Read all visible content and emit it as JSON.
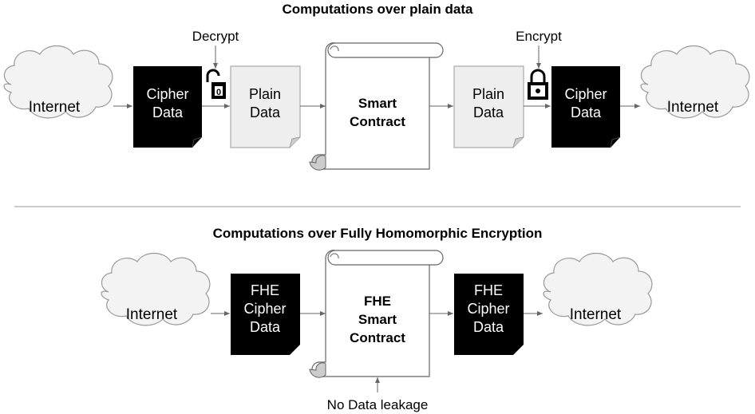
{
  "top": {
    "title": "Computations over plain data",
    "decrypt_label": "Decrypt",
    "encrypt_label": "Encrypt",
    "internet_left": "Internet",
    "cipher_left": [
      "Cipher",
      "Data"
    ],
    "plain_left": [
      "Plain",
      "Data"
    ],
    "contract": [
      "Smart",
      "Contract"
    ],
    "plain_right": [
      "Plain",
      "Data"
    ],
    "cipher_right": [
      "Cipher",
      "Data"
    ],
    "internet_right": "Internet"
  },
  "bottom": {
    "title": "Computations over Fully Homomorphic Encryption",
    "internet_left": "Internet",
    "fhe_cipher_left": [
      "FHE",
      "Cipher",
      "Data"
    ],
    "contract": [
      "FHE",
      "Smart",
      "Contract"
    ],
    "fhe_cipher_right": [
      "FHE",
      "Cipher",
      "Data"
    ],
    "internet_right": "Internet",
    "leakage_label": "No Data leakage"
  },
  "colors": {
    "cipher_fill": "#000000",
    "plain_fill": "#eeeeee",
    "cloud_fill": "#f3f3f3",
    "arrow": "#666666",
    "divider": "#999999"
  },
  "icons": {
    "unlocked": "padlock-open-icon",
    "locked": "padlock-closed-icon"
  }
}
